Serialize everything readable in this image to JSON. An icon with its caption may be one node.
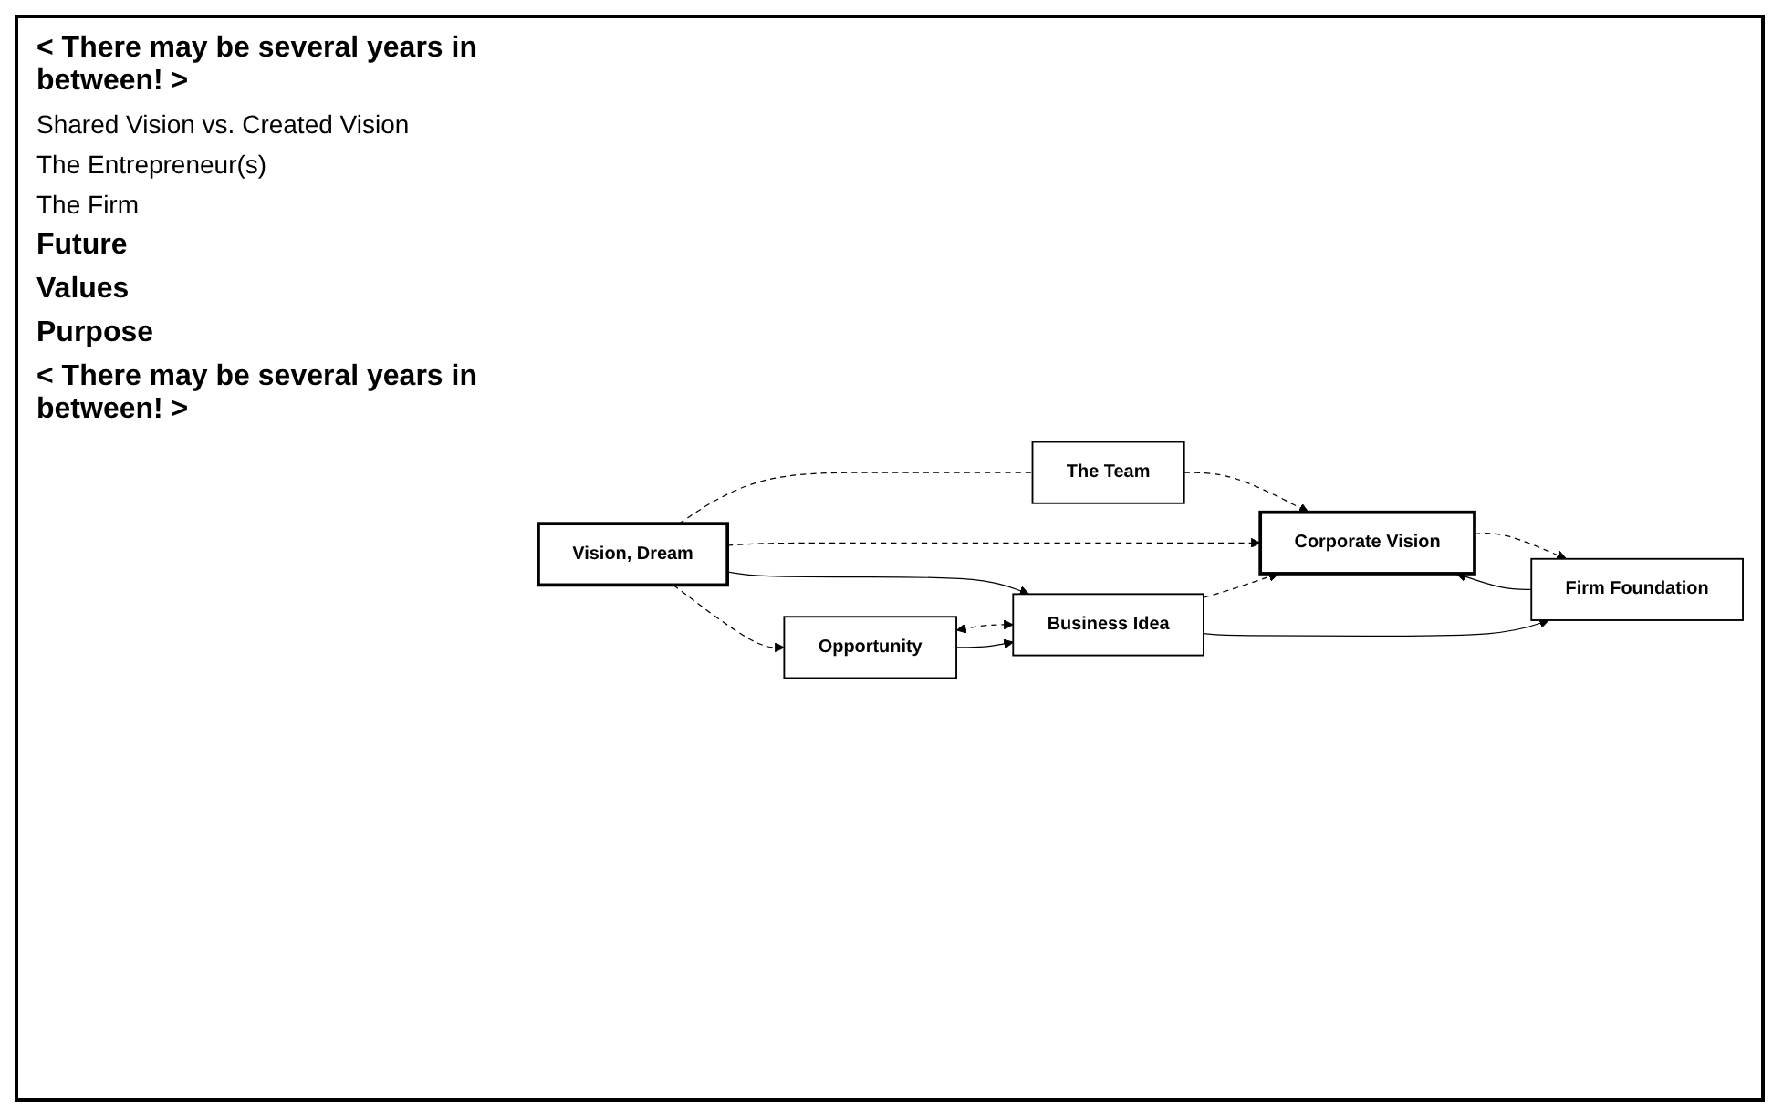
{
  "diagram": {
    "nodes": [
      {
        "text": [
          "Vision, Dream"
        ]
      },
      {
        "text": [
          "The Team"
        ]
      },
      {
        "text": [
          "Corporate Vision"
        ]
      },
      {
        "text": [
          "Business Idea"
        ]
      },
      {
        "text": [
          "Firm Foundation"
        ]
      },
      {
        "text": [
          "Opportunity"
        ]
      }
    ],
    "edges": [
      {
        "from": 0,
        "to": 1,
        "arrow": "none",
        "style": "dashed"
      },
      {
        "from": 1,
        "to": 2,
        "arrow": "to",
        "style": "dashed"
      },
      {
        "from": 0,
        "to": 2,
        "arrow": "to",
        "style": "dashed"
      },
      {
        "from": 0,
        "to": 3,
        "arrow": "to"
      },
      {
        "from": 0,
        "to": 5,
        "arrow": "to",
        "style": "dashed"
      },
      {
        "from": 3,
        "to": 2,
        "arrow": "to",
        "style": "dashed"
      },
      {
        "from": 3,
        "to": 4,
        "arrow": "to"
      },
      {
        "from": 4,
        "to": 2,
        "arrow": "to"
      },
      {
        "from": 2,
        "to": 4,
        "arrow": "to",
        "style": "dashed"
      },
      {
        "from": 5,
        "to": 3,
        "arrow": "both",
        "style": "dashed"
      },
      {
        "from": 5,
        "to": 3,
        "arrow": "to"
      }
    ],
    "labels": [
      "< There may be several years in between! >",
      "Shared Vision vs. Created Vision",
      "The Entrepreneur(s)",
      "The Firm",
      "Future",
      "Values",
      "Purpose",
      "< There may be several years in between! >"
    ]
  }
}
